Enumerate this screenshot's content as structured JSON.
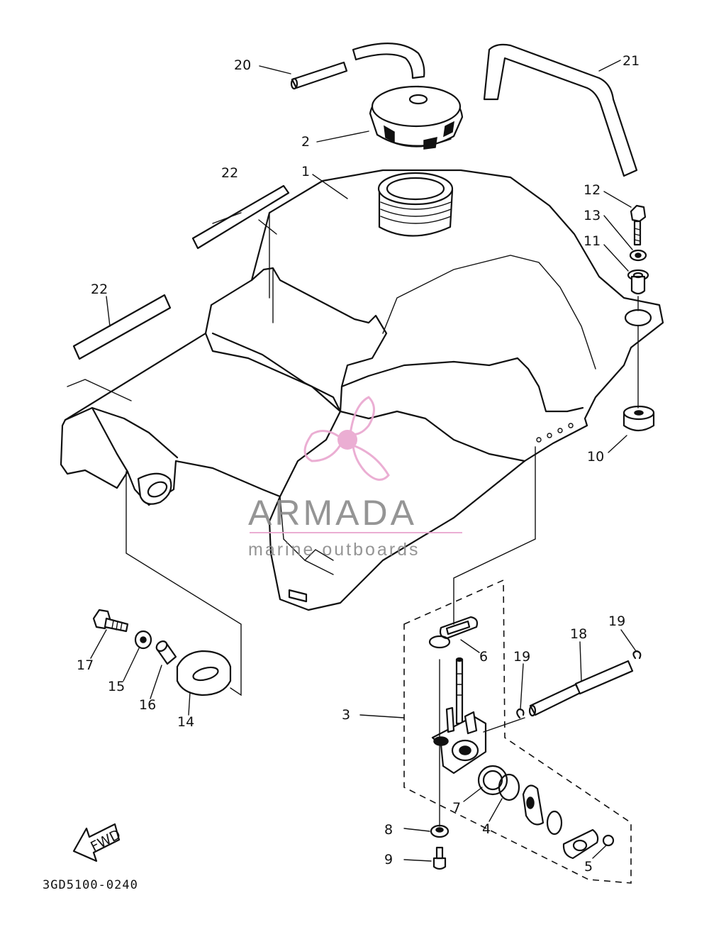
{
  "diagram": {
    "part_code": "3GD5100-0240",
    "fwd_label": "FWD",
    "callouts": [
      "1",
      "2",
      "3",
      "4",
      "5",
      "6",
      "7",
      "8",
      "9",
      "10",
      "11",
      "12",
      "13",
      "14",
      "15",
      "16",
      "17",
      "18",
      "19",
      "19",
      "20",
      "21",
      "22",
      "22"
    ]
  },
  "watermark": {
    "brand": "ARMADA",
    "tagline": "marine outboards",
    "colors": {
      "text": "#8a8a8a",
      "logo": "#e9a6cf",
      "rule": "#e9a6cf"
    }
  },
  "icons": [
    "propeller-logo-icon",
    "fwd-arrow-icon"
  ]
}
